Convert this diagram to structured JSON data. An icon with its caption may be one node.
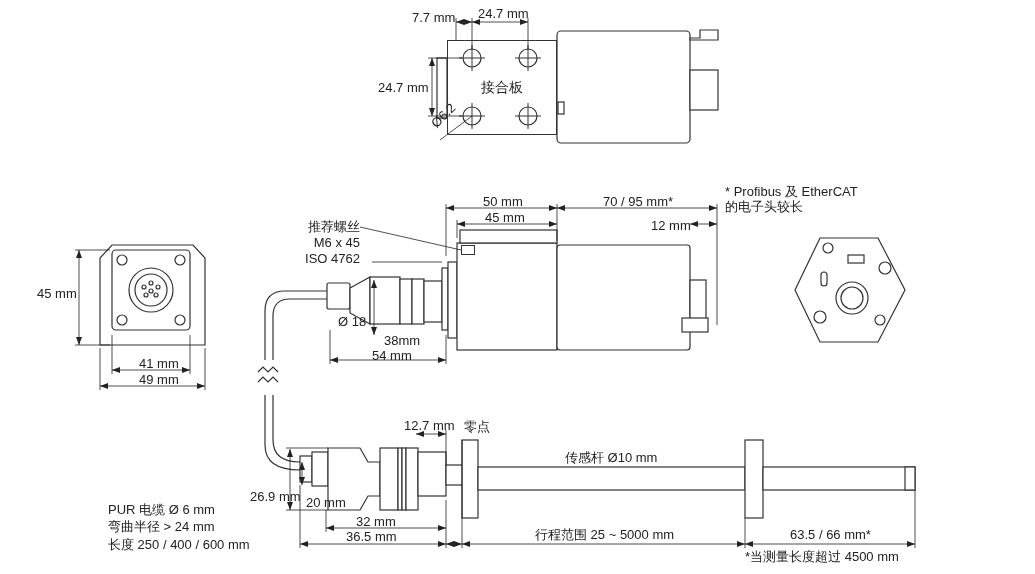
{
  "diagram": {
    "nodes": [
      {
        "text": [
          "接合板"
        ]
      },
      {
        "text": [
          "推荐螺丝 M6 x 45 ISO 4762"
        ]
      },
      {
        "text": [],
        "shape": "box"
      }
    ],
    "edges": [
      {
        "from": 1,
        "to": 2,
        "arrow": "none"
      }
    ],
    "labels": [
      "7.7 mm",
      "24.7 mm",
      "24.7 mm",
      "Ø6.2",
      "50 mm",
      "45 mm",
      "70 / 95 mm*",
      "* Profibus 及 EtherCAT 的电子头较长",
      "12 mm",
      "45 mm",
      "Ø 18",
      "38mm",
      "54 mm",
      "41 mm",
      "49 mm",
      "12.7 mm",
      "零点",
      "传感杆 Ø10 mm",
      "PUR 电缆 Ø 6 mm",
      "26.9 mm",
      "20 mm",
      "弯曲半径 > 24 mm",
      "32 mm",
      "长度 250 / 400 / 600 mm",
      "36.5 mm",
      "行程范围 25 ~ 5000 mm",
      "63.5 / 66 mm*",
      "*当测量长度超过 4500 mm"
    ]
  }
}
